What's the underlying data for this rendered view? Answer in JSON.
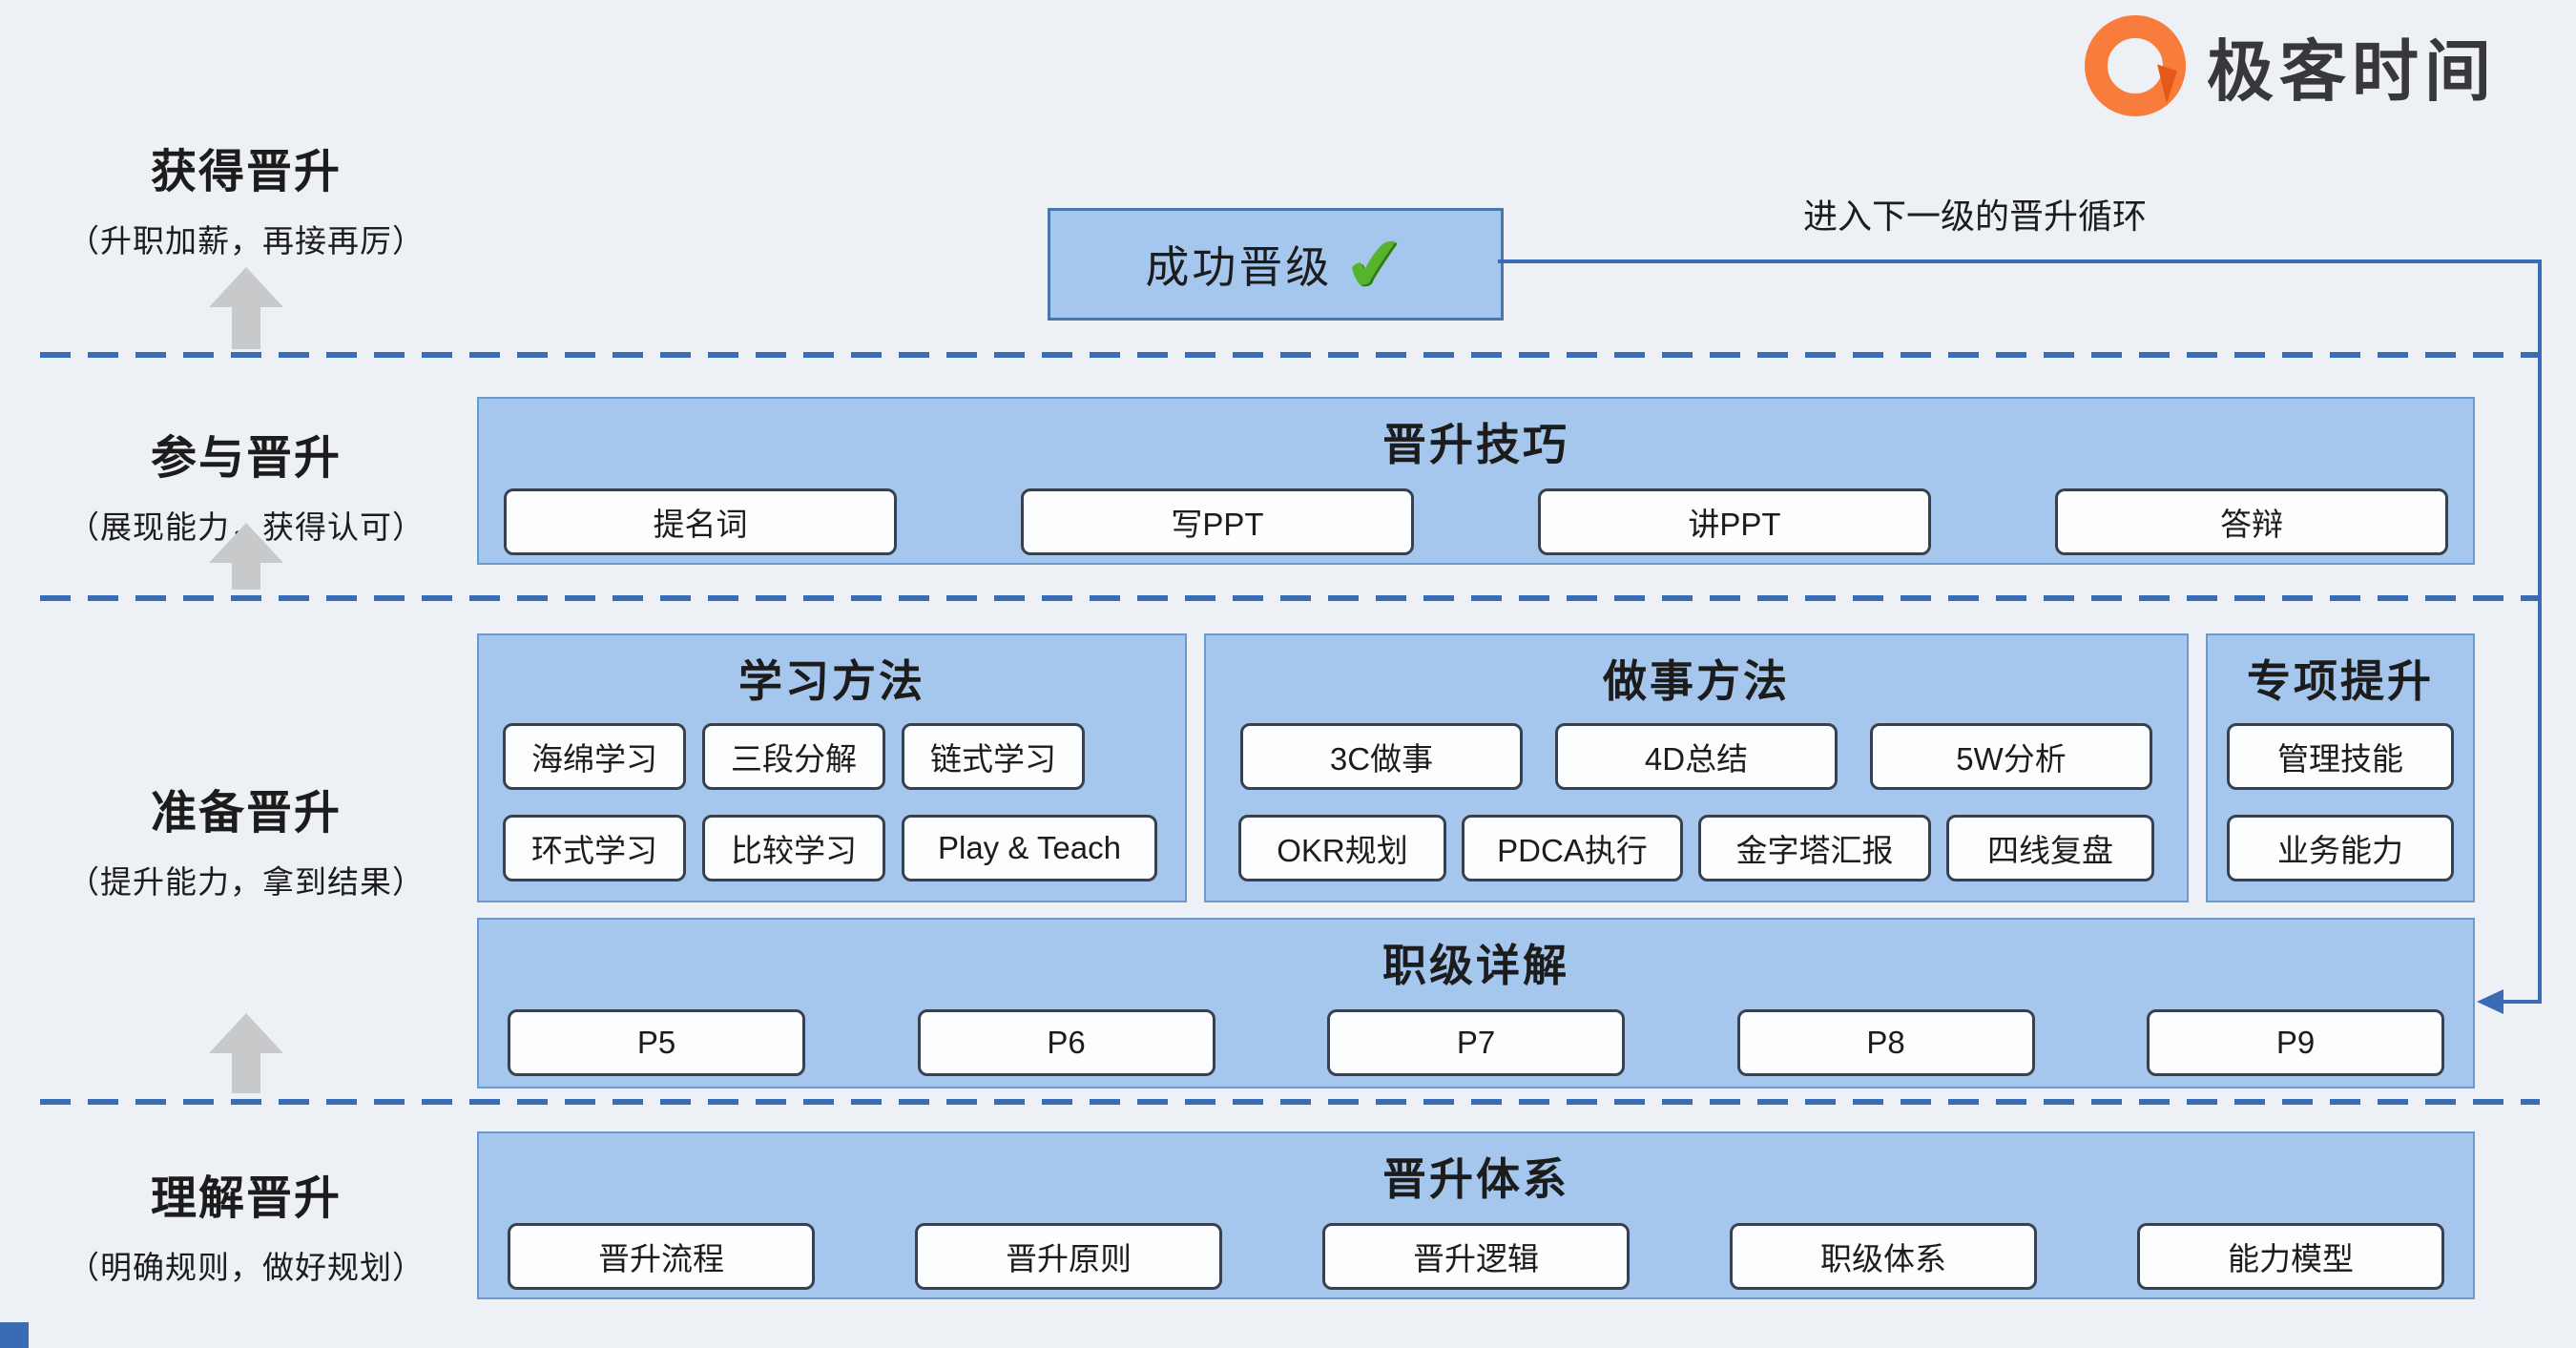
{
  "logo": {
    "brand": "极客时间"
  },
  "stages": [
    {
      "title": "获得晋升",
      "subtitle": "（升职加薪，再接再厉）"
    },
    {
      "title": "参与晋升",
      "subtitle": "（展现能力，获得认可）"
    },
    {
      "title": "准备晋升",
      "subtitle": "（提升能力，拿到结果）"
    },
    {
      "title": "理解晋升",
      "subtitle": "（明确规则，做好规划）"
    }
  ],
  "success": {
    "label": "成功晋级",
    "loop_label": "进入下一级的晋升循环"
  },
  "icons": {
    "check": "✔"
  },
  "sections": {
    "skills": {
      "title": "晋升技巧",
      "items": [
        "提名词",
        "写PPT",
        "讲PPT",
        "答辩"
      ]
    },
    "learning": {
      "title": "学习方法",
      "rows": [
        [
          "海绵学习",
          "三段分解",
          "链式学习"
        ],
        [
          "环式学习",
          "比较学习",
          "Play & Teach"
        ]
      ]
    },
    "doing": {
      "title": "做事方法",
      "rows": [
        [
          "3C做事",
          "4D总结",
          "5W分析"
        ],
        [
          "OKR规划",
          "PDCA执行",
          "金字塔汇报",
          "四线复盘"
        ]
      ]
    },
    "special": {
      "title": "专项提升",
      "items": [
        "管理技能",
        "业务能力"
      ]
    },
    "levels": {
      "title": "职级详解",
      "items": [
        "P5",
        "P6",
        "P7",
        "P8",
        "P9"
      ]
    },
    "system": {
      "title": "晋升体系",
      "items": [
        "晋升流程",
        "晋升原则",
        "晋升逻辑",
        "职级体系",
        "能力模型"
      ]
    }
  },
  "colors": {
    "background": "#edf1f6",
    "panel_blue": "#a6c7ed",
    "panel_border": "#6d9ace",
    "chip_border": "#39404e",
    "dash_blue": "#3a6bb5",
    "arrow_gray": "#c7c9ca",
    "logo_orange": "#f87c3c",
    "check_green": "#55b42c"
  }
}
